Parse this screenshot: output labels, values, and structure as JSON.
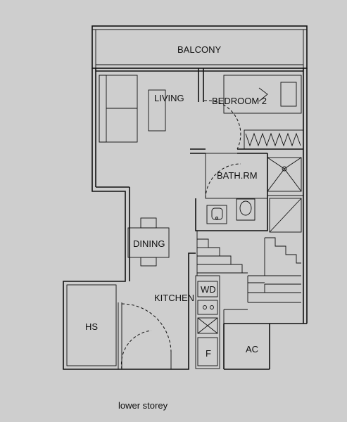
{
  "plan": {
    "caption": "lower storey",
    "rooms": {
      "balcony": "BALCONY",
      "living": "LIVING",
      "bedroom2": "BEDROOM 2",
      "bathroom": "BATH.RM",
      "dining": "DINING",
      "kitchen": "KITCHEN",
      "wd": "WD",
      "f": "F",
      "hs": "HS",
      "ac": "AC"
    }
  },
  "colors": {
    "background": "#cecece",
    "line": "#111111"
  }
}
